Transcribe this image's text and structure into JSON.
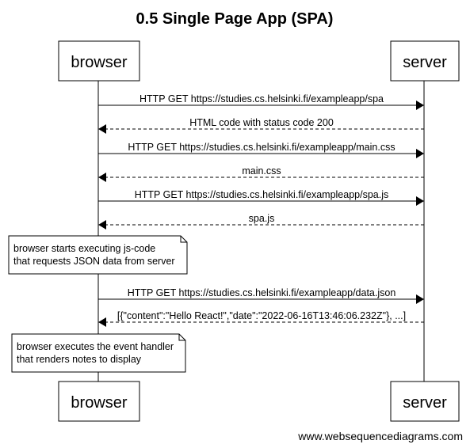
{
  "title": "0.5 Single Page App (SPA)",
  "actors": {
    "browser": "browser",
    "server": "server"
  },
  "messages": [
    {
      "label": "HTTP GET https://studies.cs.helsinki.fi/exampleapp/spa",
      "direction": "to-server",
      "style": "solid"
    },
    {
      "label": "HTML code with status code 200",
      "direction": "to-browser",
      "style": "dashed"
    },
    {
      "label": "HTTP GET https://studies.cs.helsinki.fi/exampleapp/main.css",
      "direction": "to-server",
      "style": "solid"
    },
    {
      "label": "main.css",
      "direction": "to-browser",
      "style": "dashed"
    },
    {
      "label": "HTTP GET https://studies.cs.helsinki.fi/exampleapp/spa.js",
      "direction": "to-server",
      "style": "solid"
    },
    {
      "label": "spa.js",
      "direction": "to-browser",
      "style": "dashed"
    },
    {
      "label": "HTTP GET https://studies.cs.helsinki.fi/exampleapp/data.json",
      "direction": "to-server",
      "style": "solid"
    },
    {
      "label": "[{\"content\":\"Hello React!\",\"date\":\"2022-06-16T13:46:06.232Z\"}, ...]",
      "direction": "to-browser",
      "style": "dashed"
    }
  ],
  "notes": [
    {
      "line1": "browser starts executing js-code",
      "line2": "that requests JSON data from server"
    },
    {
      "line1": "browser executes the event handler",
      "line2": "that renders notes to display"
    }
  ],
  "footer": "www.websequencediagrams.com"
}
